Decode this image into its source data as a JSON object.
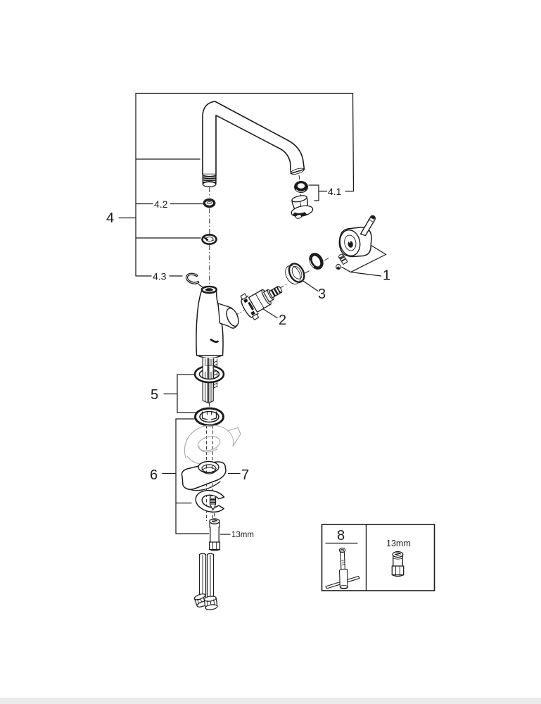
{
  "document": {
    "kind": "exploded-parts-diagram",
    "subject": "single-lever kitchen mixer tap with high U-spout"
  },
  "callouts": {
    "handle": "1",
    "cartridge": "2",
    "cap": "3",
    "spout_group": "4",
    "mousseur": "4.1",
    "o_ring": "4.2",
    "retaining_clip": "4.3",
    "base_seal_group": "5",
    "fixing_group": "6",
    "fixing_bracket": "7",
    "mounting_tool": "8"
  },
  "annotations": {
    "stud_wrench_size": "13mm",
    "boxed_tool_size": "13mm"
  },
  "colors": {
    "line": "#1c1c1c",
    "ghost_part": "#a9a9a9",
    "footer_bar": "#ebebeb",
    "background": "#ffffff"
  }
}
